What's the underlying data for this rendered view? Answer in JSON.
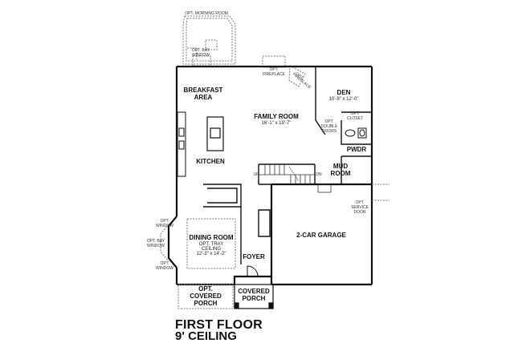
{
  "rooms": {
    "opt_morning_room": "OPT. MORNING ROOM",
    "opt_bay_window_top": [
      "OPT. BAY",
      "WINDOW"
    ],
    "opt_fireplace": [
      "OPT.",
      "FIREPLACE"
    ],
    "opt_fireplace_corner": [
      "OPT.",
      "FIREPLACE"
    ],
    "breakfast_area": [
      "BREAKFAST",
      "AREA"
    ],
    "family_room": "FAMILY ROOM",
    "family_room_dim": "16'-1\" x 19'-7\"",
    "den": "DEN",
    "den_dim": "10'-9\" x 12'-0\"",
    "opt_closet": [
      "OPT.",
      "CLOSET"
    ],
    "opt_double_doors": [
      "OPT.",
      "DOUBLE",
      "DOORS"
    ],
    "pwdr": "PWDR",
    "kitchen": "KITCHEN",
    "up": "UP",
    "dn": "DN",
    "mud_room": [
      "MUD",
      "ROOM"
    ],
    "opt_service_door": [
      "OPT.",
      "SERVICE",
      "DOOR"
    ],
    "opt_window_left": [
      "OPT.",
      "WINDOW"
    ],
    "opt_bay_window_left": [
      "OPT. BAY",
      "WINDOW"
    ],
    "opt_window_left2": [
      "OPT.",
      "WINDOW"
    ],
    "dining_room": "DINING ROOM",
    "opt_tray_ceiling": [
      "OPT. TRAY",
      "CEILING"
    ],
    "dining_dim": "12'-3\" x 14'-2\"",
    "two_car_garage": "2-CAR GARAGE",
    "foyer": "FOYER",
    "opt_covered_porch": [
      "OPT.",
      "COVERED",
      "PORCH"
    ],
    "covered_porch": [
      "COVERED",
      "PORCH"
    ]
  },
  "footer": {
    "title": "FIRST FLOOR",
    "subtitle": "9' CEILING"
  }
}
